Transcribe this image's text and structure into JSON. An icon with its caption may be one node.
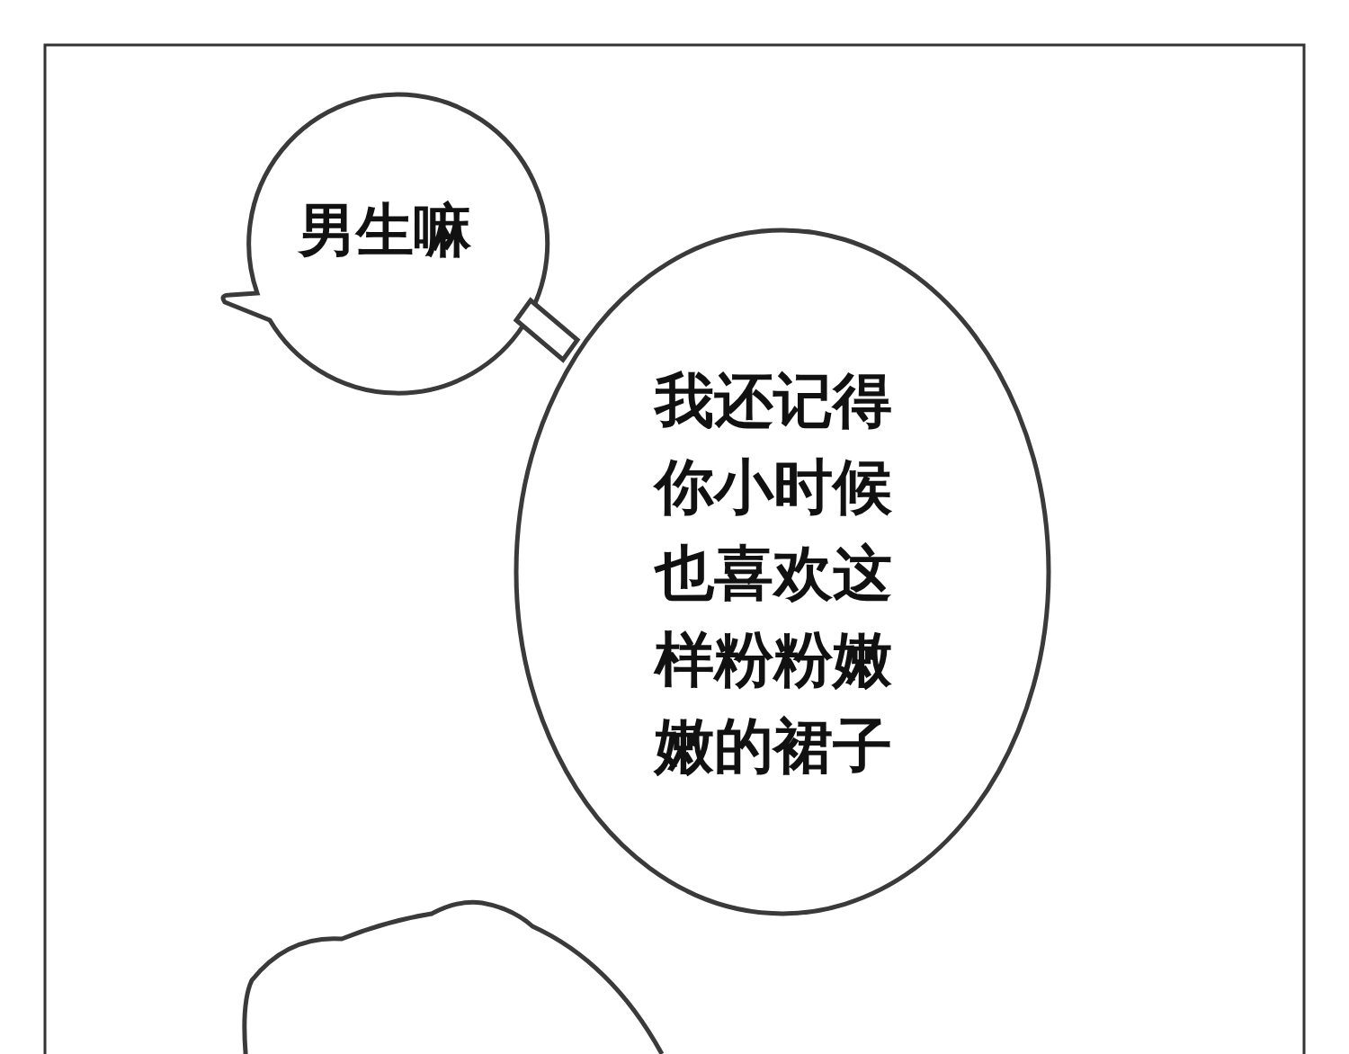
{
  "diagram": {
    "nodes": [
      {
        "text": [
          "男生嘛"
        ]
      },
      {
        "text": [
          "我还记得你小时候也喜欢这样粉粉嫩嫩的裙子"
        ]
      },
      {
        "text": [],
        "shape": "cloud"
      }
    ],
    "edges": [
      {
        "from": 0,
        "to": 1,
        "arrow": "none"
      }
    ]
  }
}
